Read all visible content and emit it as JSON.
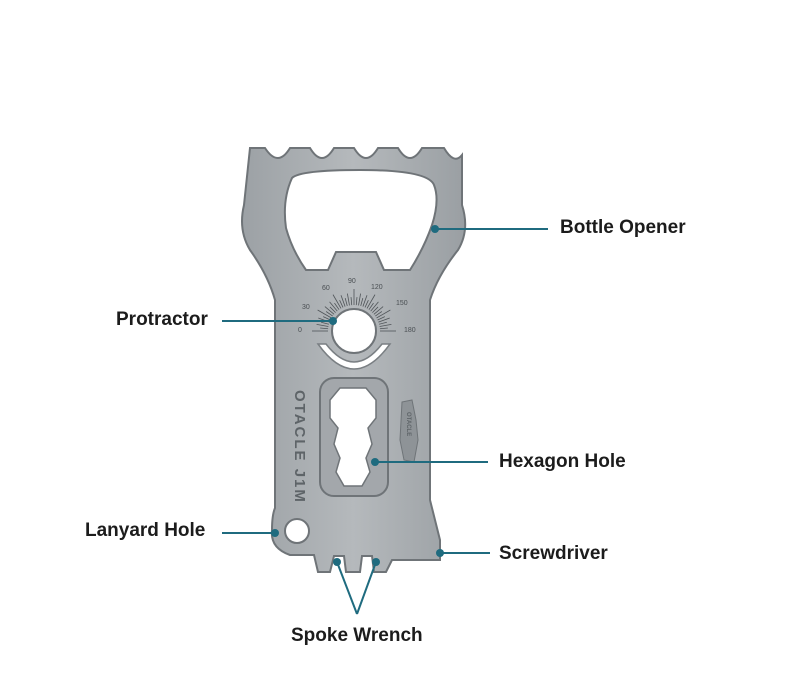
{
  "tool": {
    "engraving": "OTACLE J1M",
    "badge": "OTACLE",
    "protractor_degrees": [
      "0",
      "30",
      "60",
      "90",
      "120",
      "150",
      "180"
    ]
  },
  "callouts": [
    {
      "id": "bottle-opener",
      "text": "Bottle Opener"
    },
    {
      "id": "protractor",
      "text": "Protractor"
    },
    {
      "id": "hexagon-hole",
      "text": "Hexagon Hole"
    },
    {
      "id": "lanyard-hole",
      "text": "Lanyard Hole"
    },
    {
      "id": "screwdriver",
      "text": "Screwdriver"
    },
    {
      "id": "spoke-wrench",
      "text": "Spoke Wrench"
    }
  ],
  "colors": {
    "leader": "#1f6b7f",
    "tool_body": "#a9adb1",
    "tool_edge": "#6f7478",
    "label_text": "#1c1c1c"
  }
}
